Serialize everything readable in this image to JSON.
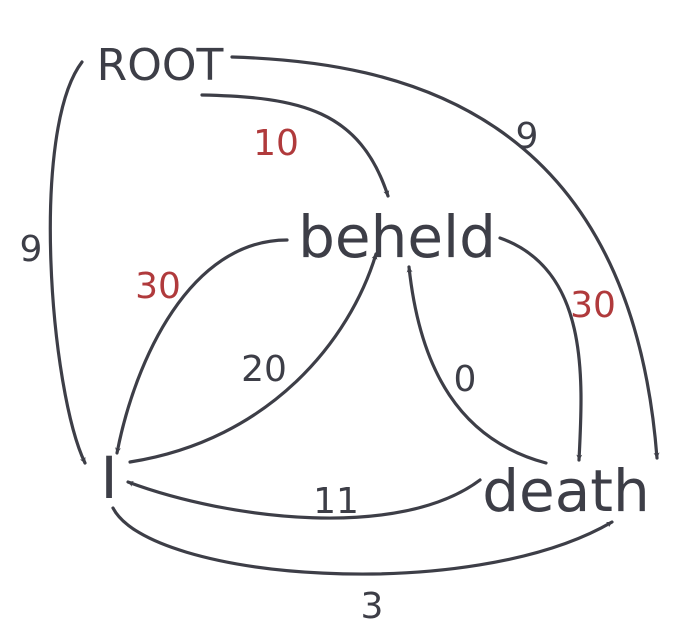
{
  "colors": {
    "ink": "#3d3e47",
    "highlight": "#b03a3c",
    "background": "#ffffff"
  },
  "nodes": {
    "root": {
      "label": "ROOT"
    },
    "beheld": {
      "label": "beheld"
    },
    "i": {
      "label": "I"
    },
    "death": {
      "label": "death"
    }
  },
  "edges": [
    {
      "id": "root-beheld",
      "from": "ROOT",
      "to": "beheld",
      "weight": "10",
      "highlight": true
    },
    {
      "id": "root-death",
      "from": "ROOT",
      "to": "death",
      "weight": "9",
      "highlight": false
    },
    {
      "id": "root-i",
      "from": "ROOT",
      "to": "I",
      "weight": "9",
      "highlight": false
    },
    {
      "id": "beheld-i",
      "from": "beheld",
      "to": "I",
      "weight": "30",
      "highlight": true
    },
    {
      "id": "i-beheld",
      "from": "I",
      "to": "beheld",
      "weight": "20",
      "highlight": false
    },
    {
      "id": "beheld-death",
      "from": "beheld",
      "to": "death",
      "weight": "30",
      "highlight": true
    },
    {
      "id": "death-beheld",
      "from": "death",
      "to": "beheld",
      "weight": "0",
      "highlight": false
    },
    {
      "id": "death-i",
      "from": "death",
      "to": "I",
      "weight": "11",
      "highlight": false
    },
    {
      "id": "i-death",
      "from": "I",
      "to": "death",
      "weight": "3",
      "highlight": false
    }
  ]
}
